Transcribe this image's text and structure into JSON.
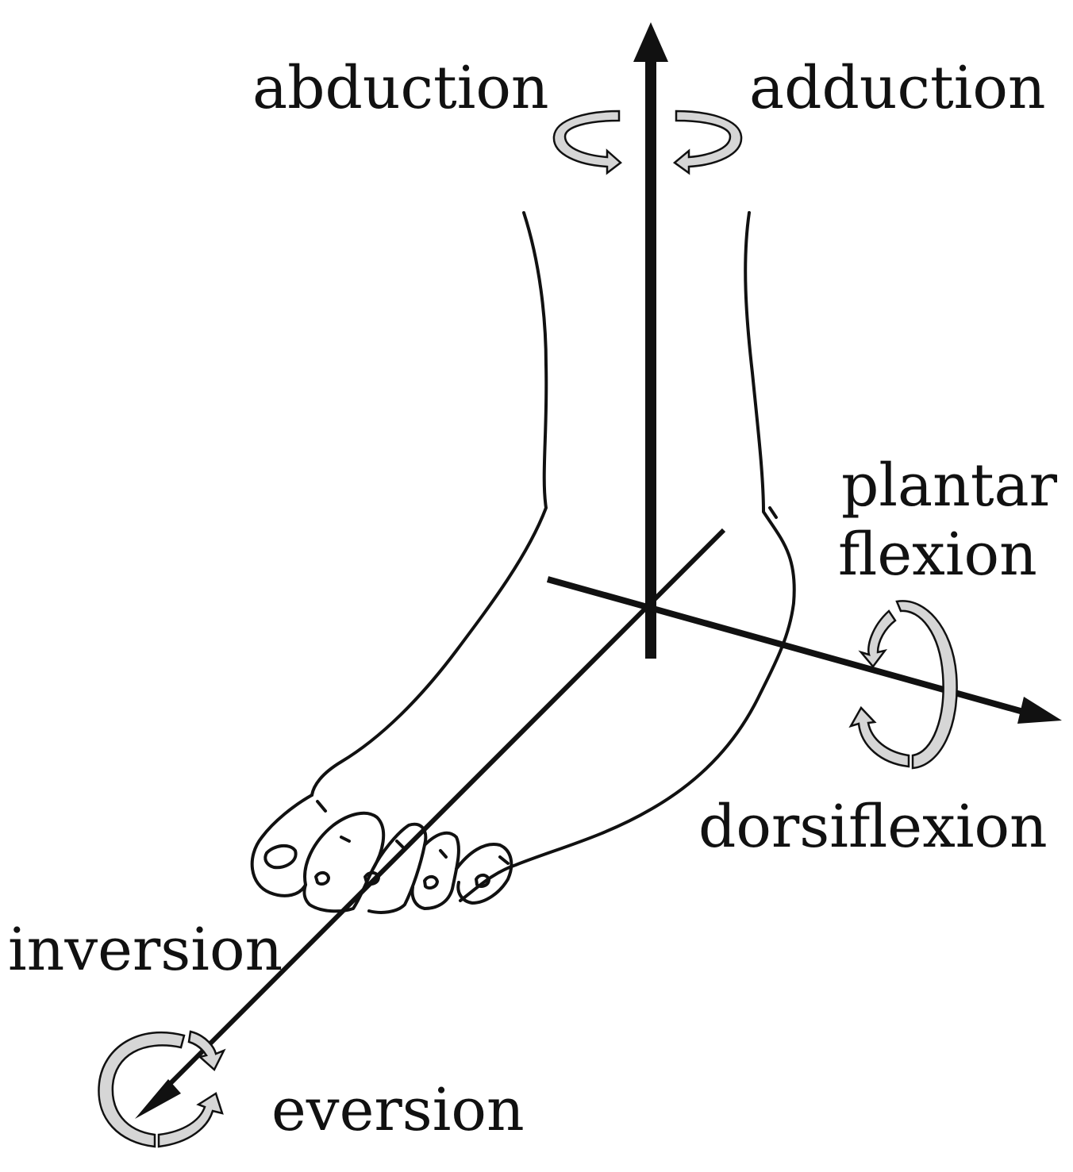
{
  "labels": {
    "abduction": "abduction",
    "adduction": "adduction",
    "plantar": "plantar",
    "flexion": "flexion",
    "dorsiflexion": "dorsiflexion",
    "inversion": "inversion",
    "eversion": "eversion"
  },
  "colors": {
    "ink": "#111111",
    "arrow_fill": "#d6d6d6"
  }
}
